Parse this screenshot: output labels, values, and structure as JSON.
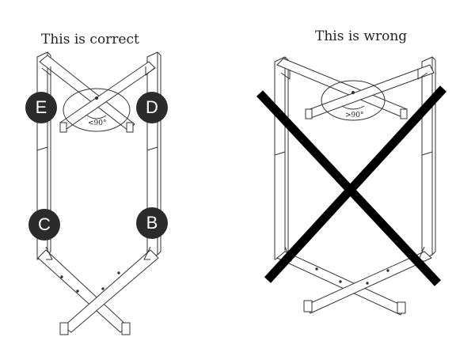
{
  "panels": {
    "correct": {
      "caption": "This is correct",
      "angle_label": "<90°",
      "badges": {
        "e": "E",
        "d": "D",
        "c": "C",
        "b": "B"
      }
    },
    "wrong": {
      "caption": "This is wrong",
      "angle_label": ">90°"
    }
  },
  "colors": {
    "line": "#333333",
    "badge": "#2b2b2b",
    "cross": "#000000"
  }
}
